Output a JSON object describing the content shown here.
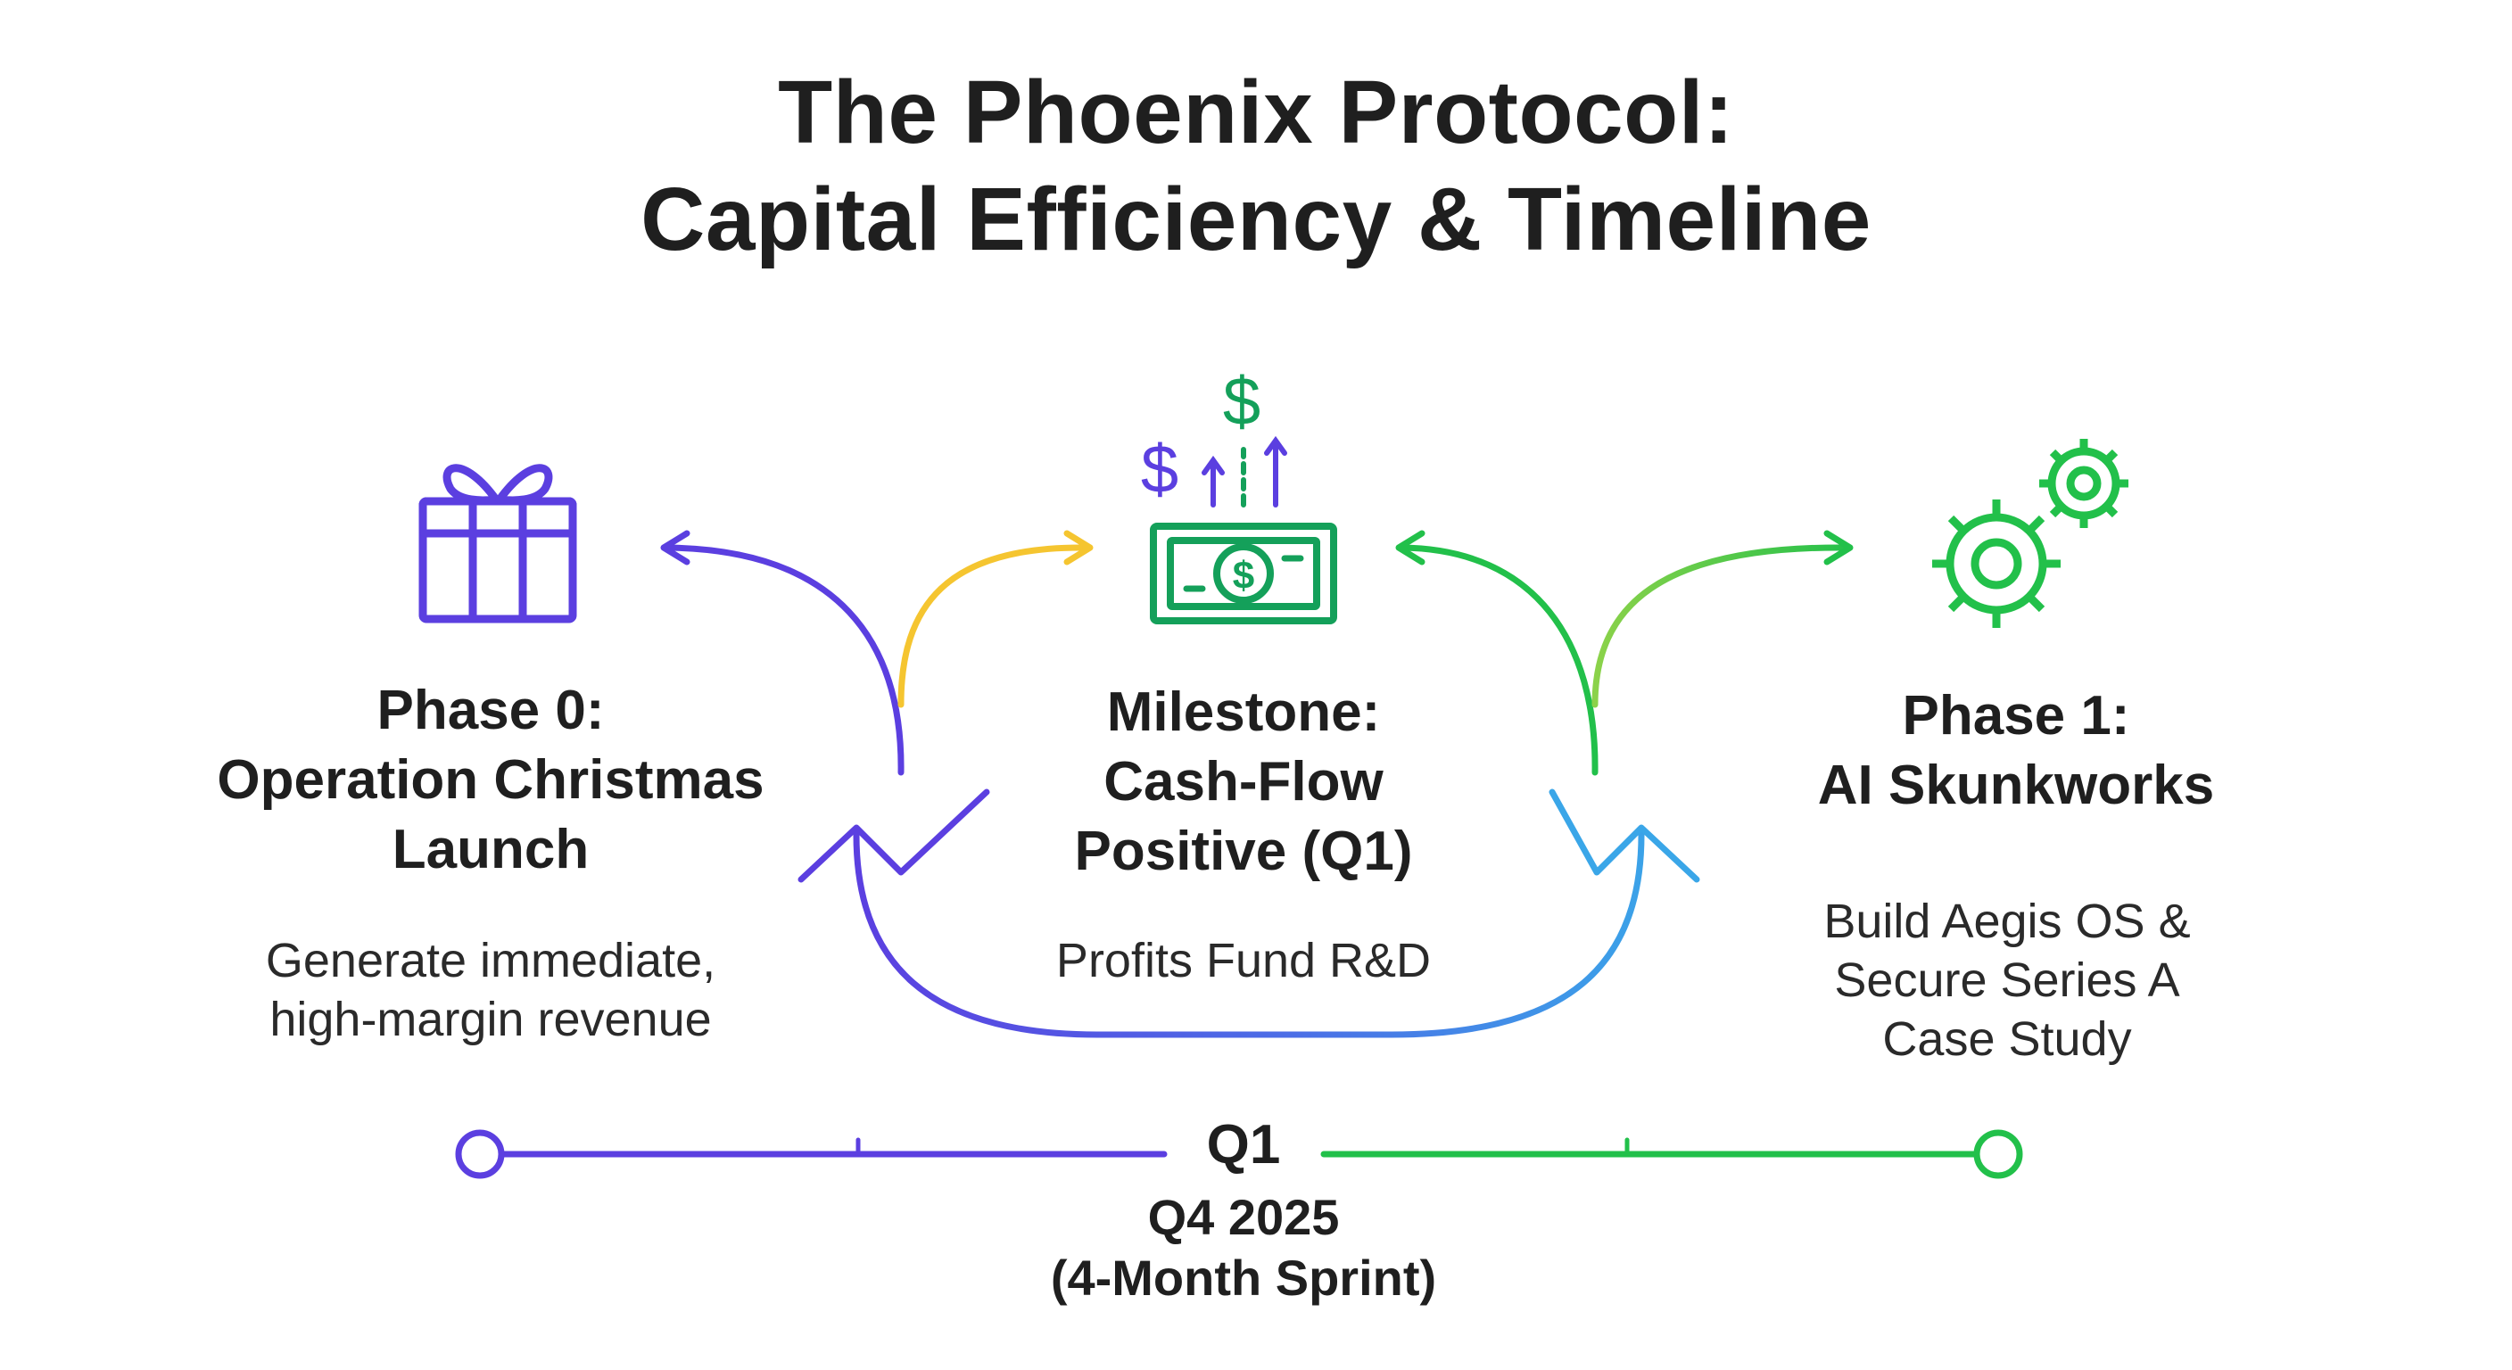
{
  "title": {
    "line1": "The Phoenix Protocol:",
    "line2": "Capital Efficiency & Timeline"
  },
  "nodes": {
    "phase0": {
      "title_lines": [
        "Phase 0:",
        "Operation Christmas",
        "Launch"
      ],
      "desc_lines": [
        "Generate immediate,",
        "high-margin revenue"
      ],
      "icon": "gift-icon"
    },
    "milestone": {
      "title_lines": [
        "Milestone:",
        "Cash-Flow",
        "Positive (Q1)"
      ],
      "desc_lines": [
        "Profits Fund R&D"
      ],
      "icon": "cash-icon"
    },
    "phase1": {
      "title_lines": [
        "Phase 1:",
        "AI Skunkworks"
      ],
      "desc_lines": [
        "Build Aegis OS &",
        "Secure Series A",
        "Case Study"
      ],
      "icon": "gears-icon"
    }
  },
  "timeline": {
    "center_label": "Q1",
    "period_label": "Q4 2025",
    "period_sub": "(4-Month Sprint)"
  },
  "colors": {
    "purple": "#5b3fe0",
    "green": "#22c04a",
    "yellow": "#f5c530",
    "blue": "#3aa6e8",
    "cash_green": "#14a05a",
    "text": "#1f1f1f"
  }
}
